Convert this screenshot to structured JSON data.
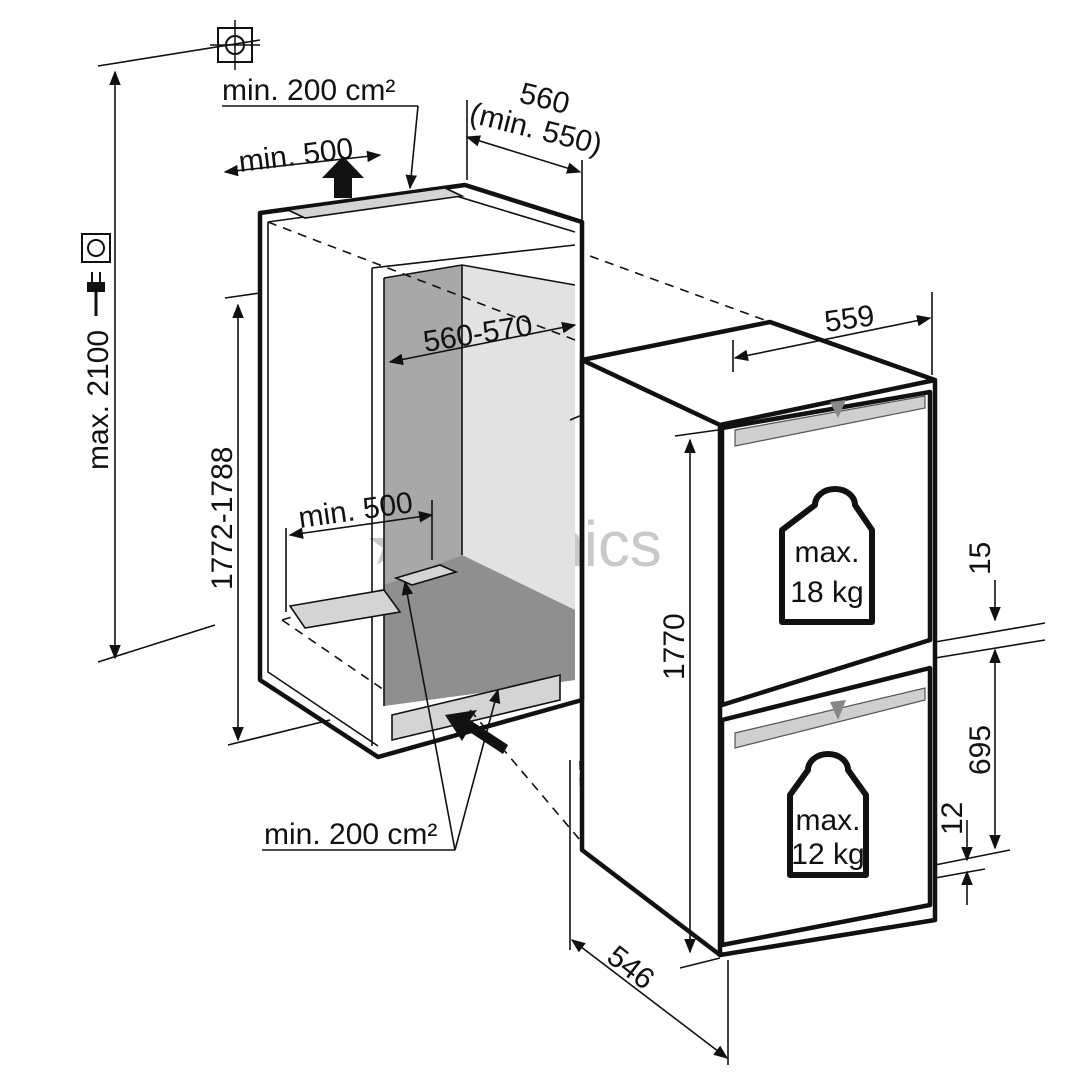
{
  "watermark": "euronics",
  "labels": {
    "top_vent": "min. 200 cm²",
    "top_vent_width": "min. 500",
    "niche_depth": "560",
    "niche_depth_min": "(min. 550)",
    "max_height": "max. 2100",
    "inner_depth": "560-570",
    "niche_height": "1772-1788",
    "bottom_vent_width": "min. 500",
    "bottom_vent": "min. 200 cm²",
    "appliance_width": "559",
    "appliance_height": "1770",
    "appliance_depth": "546",
    "door_gap": "15",
    "lower_door": "695",
    "lower_gap": "12"
  },
  "weights": {
    "upper": {
      "line1": "max.",
      "line2": "18 kg"
    },
    "lower": {
      "line1": "max.",
      "line2": "12 kg"
    }
  },
  "icons": [
    "ventilation-symbol-icon",
    "power-socket-icon",
    "power-plug-icon",
    "weight-icon",
    "star-icon"
  ]
}
